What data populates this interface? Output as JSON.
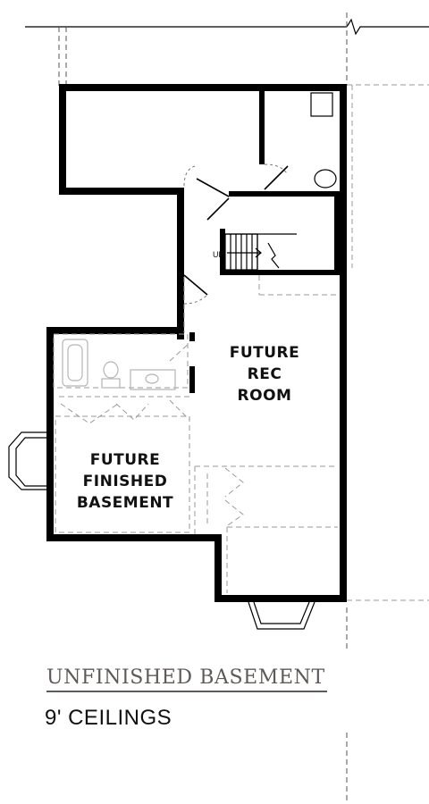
{
  "plan": {
    "title": "UNFINISHED BASEMENT",
    "subtitle": "9' CEILINGS",
    "rooms": {
      "rec_room": [
        "FUTURE",
        "REC",
        "ROOM"
      ],
      "finished_basement": [
        "FUTURE",
        "FINISHED",
        "BASEMENT"
      ]
    },
    "stair_label": "UP"
  },
  "colors": {
    "wall": "#000000",
    "title_text": "#5f5a57",
    "dashed_lines": "#9a9a9a",
    "fixtures": "#b5b5b5"
  }
}
